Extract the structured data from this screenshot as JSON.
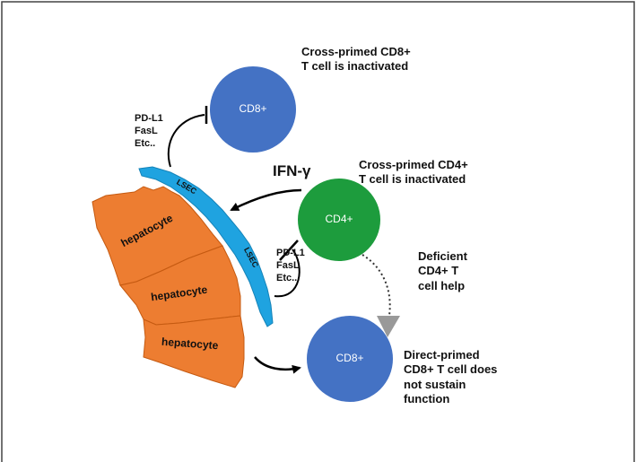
{
  "colors": {
    "cd8_cell": "#4472c4",
    "cd4_cell": "#1d9c3d",
    "hepatocyte": "#ed7d31",
    "lsec": "#1fa3e0",
    "dashed_arrow": "#999999"
  },
  "cells": {
    "cd8_top": "CD8+",
    "cd4": "CD4+",
    "cd8_bottom": "CD8+"
  },
  "tissue": {
    "hepatocyte_1": "hepatocyte",
    "hepatocyte_2": "hepatocyte",
    "hepatocyte_3": "hepatocyte",
    "lsec_1": "LSEC",
    "lsec_2": "LSEC"
  },
  "labels": {
    "cross_cd8": [
      "Cross-primed CD8+",
      "T cell is inactivated"
    ],
    "cross_cd4": [
      "Cross-primed CD4+",
      "T cell is inactivated"
    ],
    "inhib_top": [
      "PD-L1",
      "FasL",
      "Etc.."
    ],
    "inhib_bottom": [
      "PD-L1",
      "FasL",
      "Etc.."
    ],
    "ifn": "IFN-γ",
    "deficient": [
      "Deficient",
      "CD4+ T",
      "cell help"
    ],
    "direct": [
      "Direct-primed",
      "CD8+ T cell does",
      "not sustain",
      "function"
    ]
  }
}
